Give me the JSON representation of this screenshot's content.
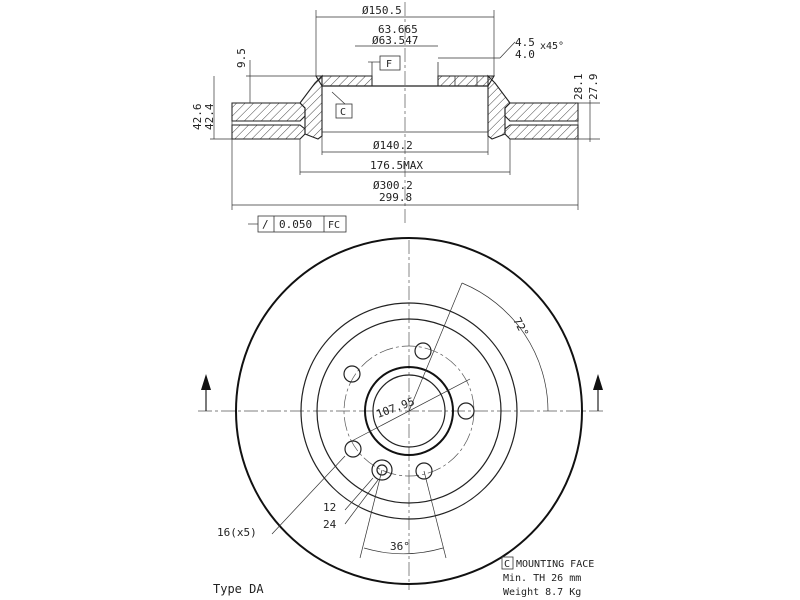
{
  "section_view": {
    "dim_outer_hub_dia": "Ø150.5",
    "dim_center_bore_max": "63.665",
    "dim_center_bore_min": "Ø63.547",
    "dim_bevel_top": "4.5",
    "dim_bevel_angle": "x45°",
    "dim_bevel_bottom": "4.0",
    "dim_hub_height": "9.5",
    "dim_thickness_max": "42.6",
    "dim_thickness_min": "42.4",
    "dim_disc_width_max": "28.1",
    "dim_disc_width_min": "27.9",
    "dim_inner_dia": "Ø140.2",
    "dim_max_dia": "176.5MAX",
    "dim_outer_dia_max": "Ø300.2",
    "dim_outer_dia_min": "299.8",
    "datum_f": "F",
    "datum_c": "C",
    "tolerance_symbol": "/",
    "tolerance_value": "0.050",
    "tolerance_ref": "FC"
  },
  "front_view": {
    "angle_slot": "72°",
    "pcd": "107.95",
    "hole_dia_small": "12",
    "hole_dia_large": "24",
    "bolt_holes": "16(x5)",
    "angle_holes": "36°"
  },
  "notes": {
    "type_label": "Type DA",
    "mounting_face_box": "C",
    "mounting_face_text": "MOUNTING FACE",
    "min_thickness": "Min. TH 26 mm",
    "weight": "Weight 8.7 Kg"
  }
}
